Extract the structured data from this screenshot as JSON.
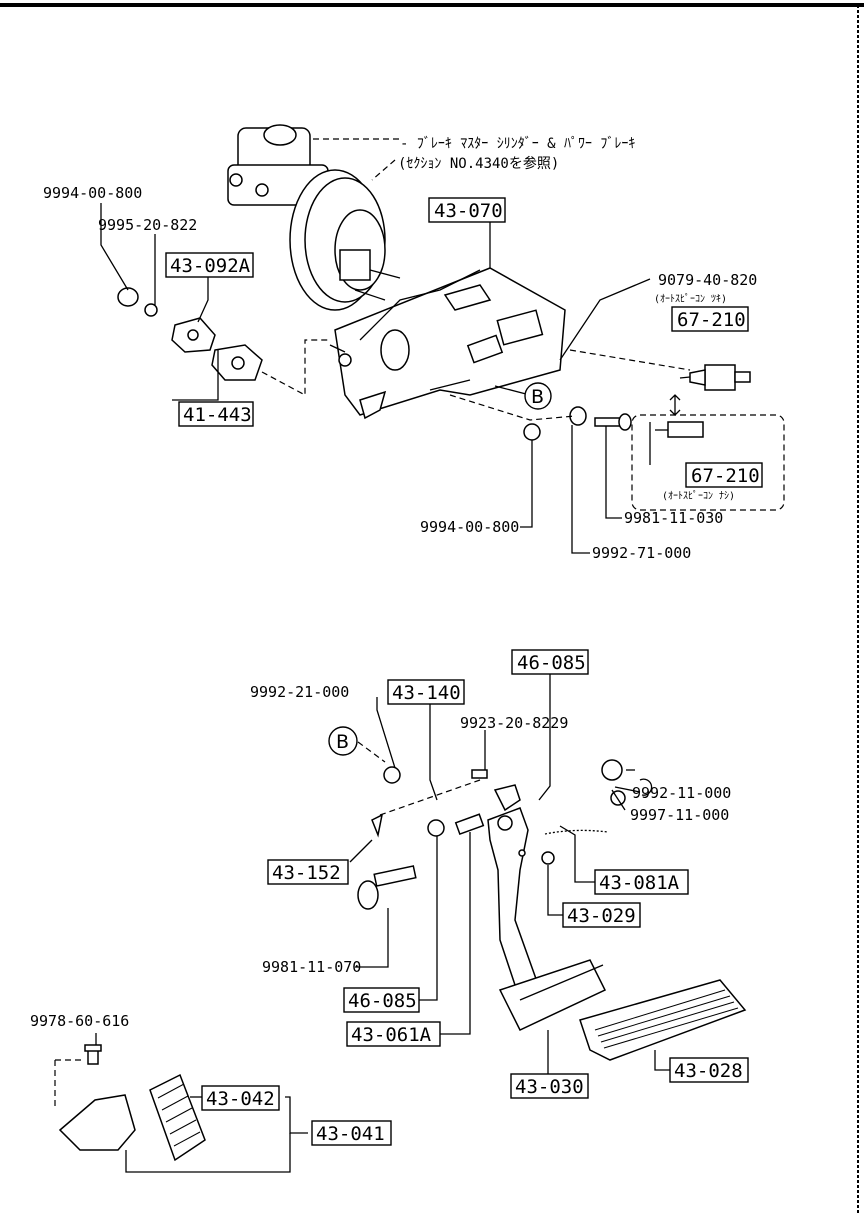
{
  "top_note": {
    "line1": "- ﾌﾞﾚｰｷ ﾏｽﾀｰ ｼﾘﾝﾀﾞｰ & ﾊﾟﾜｰ ﾌﾞﾚｰｷ",
    "line2": "(ｾｸｼｮﾝ NO.4340を参照)"
  },
  "upper_labels": {
    "nut_9994_top": "9994-00-800",
    "washer_9995": "9995-20-822",
    "box_43_092A": "43-092A",
    "box_43_070": "43-070",
    "box_41_443": "41-443",
    "screw_9079": "9079-40-820",
    "note_auto_cruise_1": "(ｵｰﾄｽﾋﾟｰｺﾝ ﾂｷ)",
    "box_67_210_a": "67-210",
    "box_67_210_b": "67-210",
    "note_auto_cruise_2": "(ｵｰﾄｽﾋﾟｰｺﾝ ﾅｼ)",
    "callout_b_upper": "B",
    "nut_9994_bottom": "9994-00-800",
    "bolt_9981_030": "9981-11-030",
    "nut_9992_71": "9992-71-000"
  },
  "lower_labels": {
    "box_46_085_top": "46-085",
    "nut_9992_21": "9992-21-000",
    "box_43_140": "43-140",
    "pin_9923": "9923-20-8229",
    "callout_b_lower": "B",
    "nut_9992_11": "9992-11-000",
    "clip_9997": "9997-11-000",
    "box_43_152": "43-152",
    "box_43_081A": "43-081A",
    "box_43_029": "43-029",
    "bolt_9981_070": "9981-11-070",
    "box_46_085_bottom": "46-085",
    "box_43_061A": "43-061A",
    "box_43_030": "43-030",
    "box_43_028": "43-028",
    "bolt_9978": "9978-60-616",
    "box_43_042": "43-042",
    "box_43_041": "43-041"
  }
}
